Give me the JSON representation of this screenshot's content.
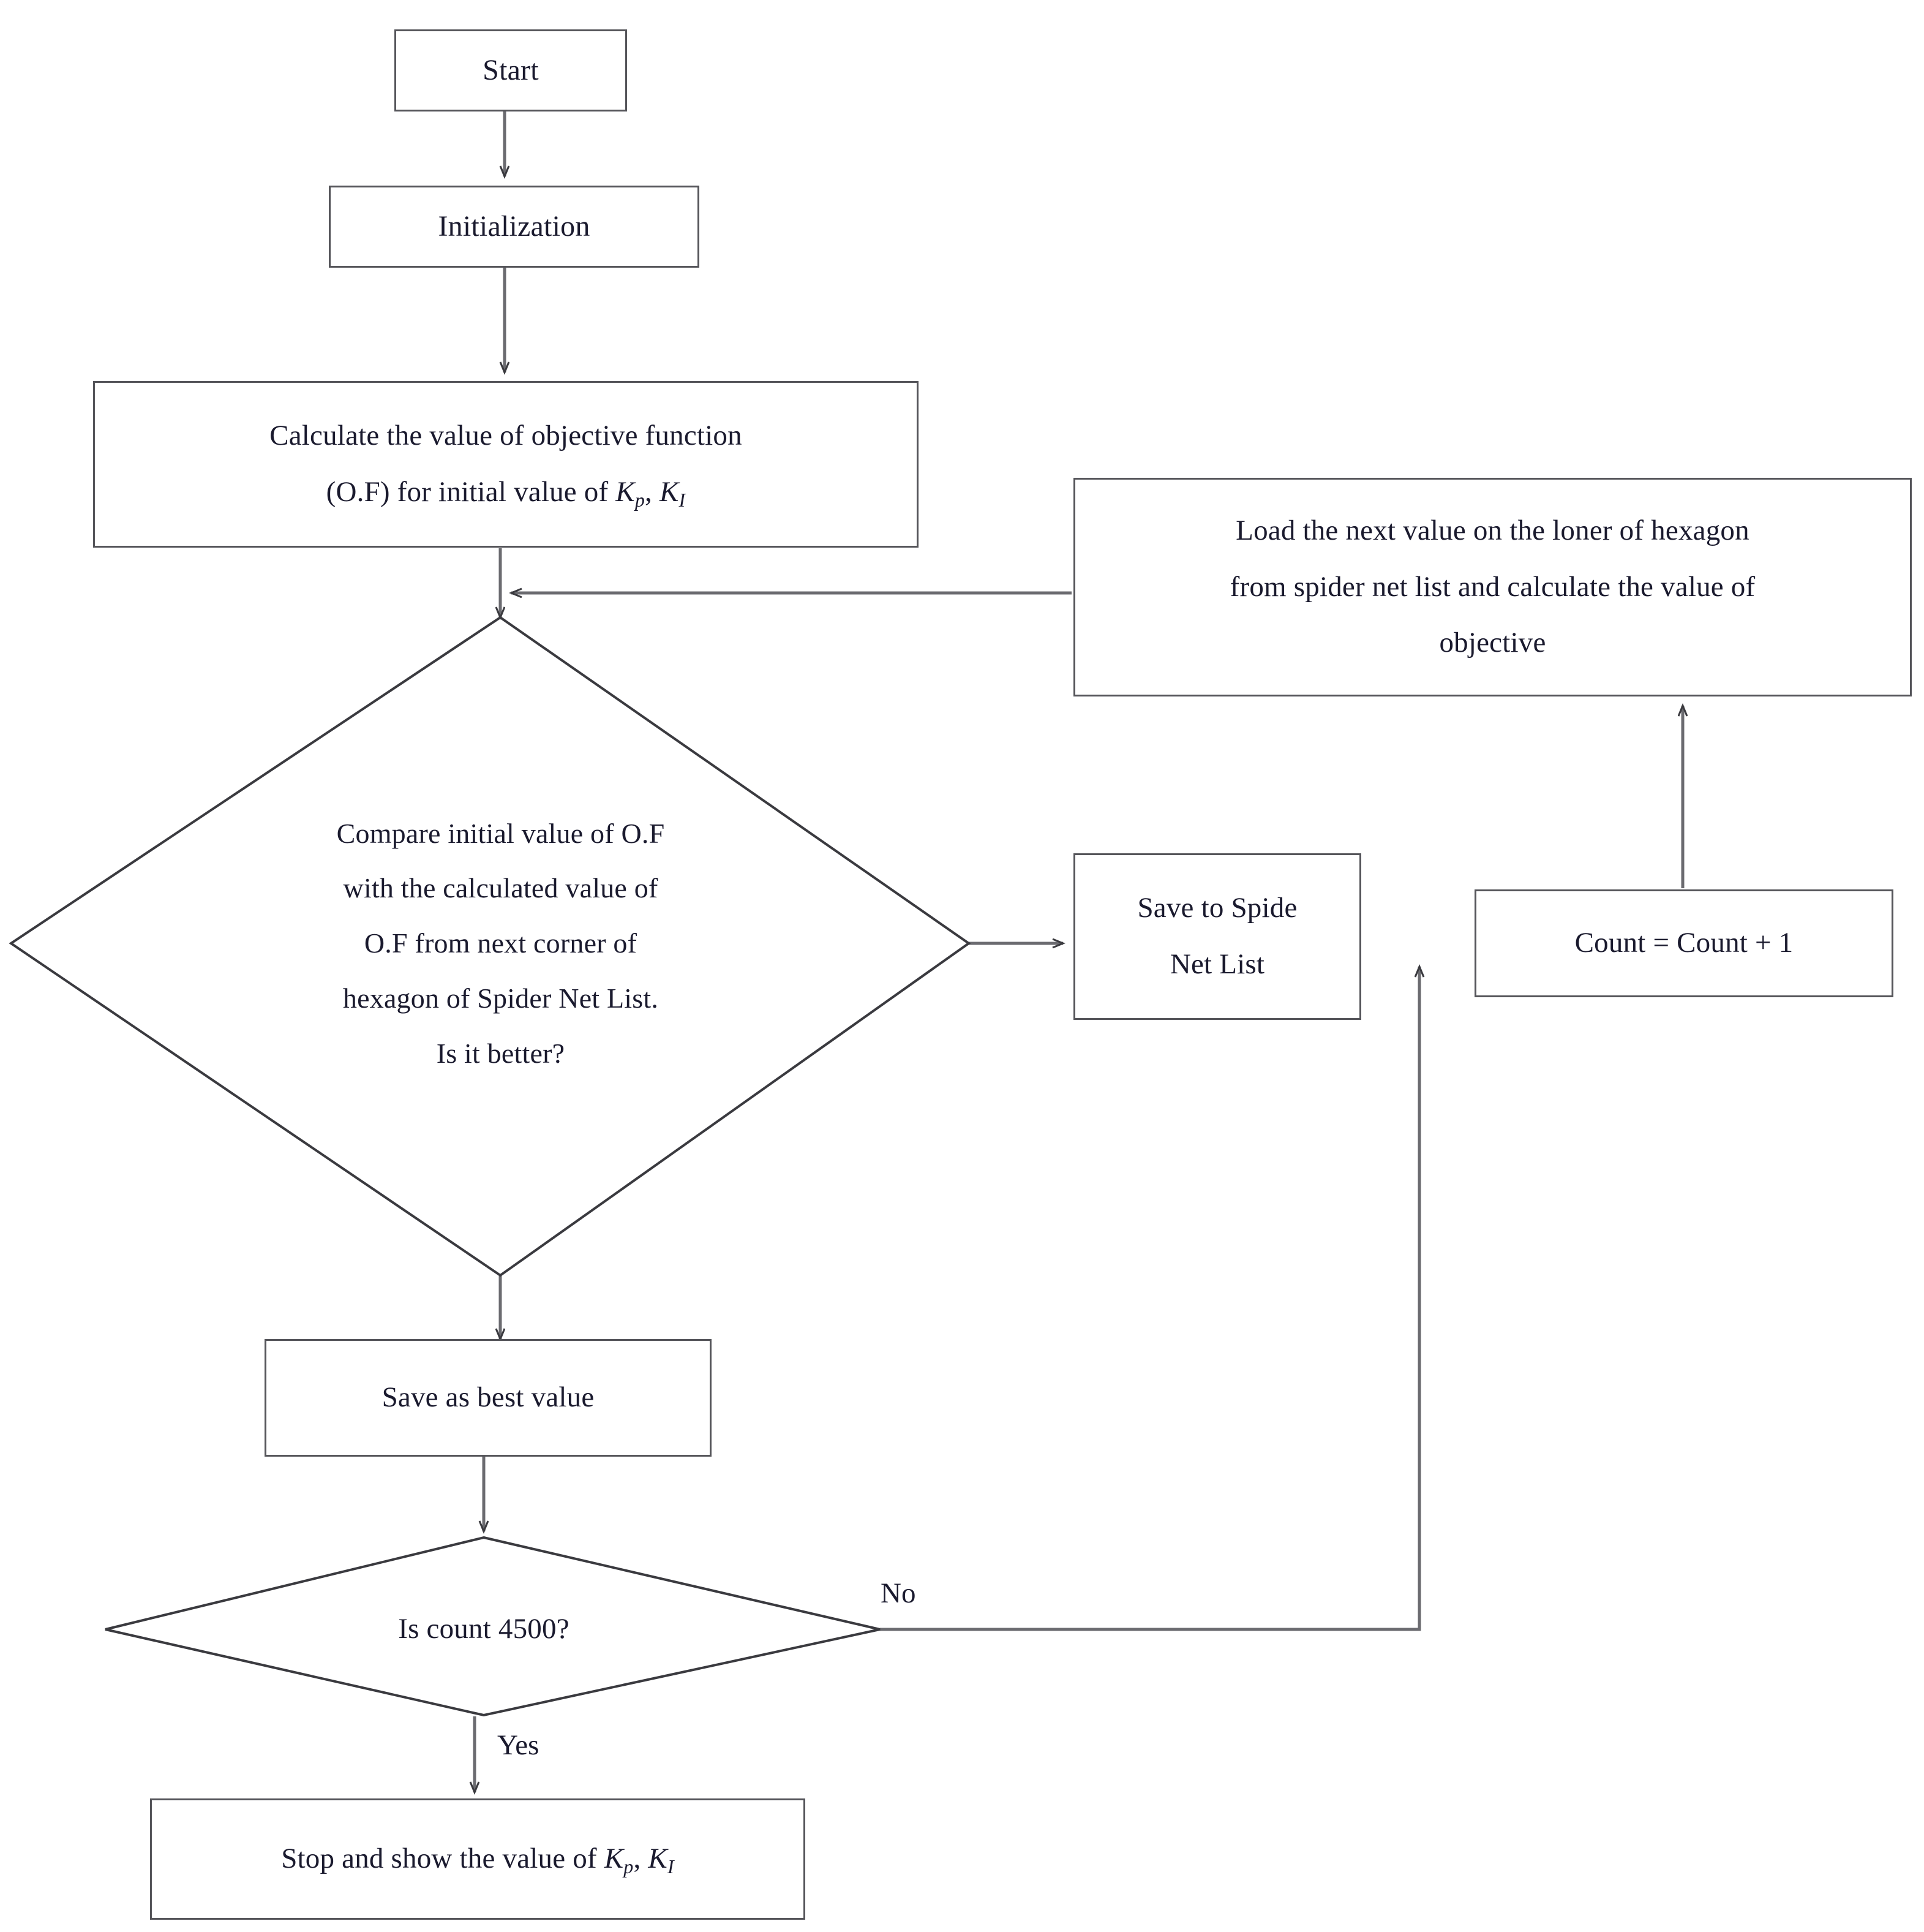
{
  "diagram": {
    "title": "Spider Net Optimization Flowchart",
    "type": "flowchart",
    "line_color": "#55555a",
    "text_color": "#1a1a2e",
    "background": "#ffffff"
  },
  "nodes": {
    "start": {
      "label": "Start",
      "shape": "rectangle"
    },
    "initialization": {
      "label": "Initialization",
      "shape": "rectangle"
    },
    "calculate_of": {
      "shape": "rectangle",
      "line1": "Calculate the value of objective function",
      "line2_pre": "(O.F) for initial value of  ",
      "line2_k1": "K",
      "line2_k1sub": "p",
      "line2_sep": ", ",
      "line2_k2": "K",
      "line2_k2sub": "I"
    },
    "load_next": {
      "shape": "rectangle",
      "line1": "Load the next value on the loner of hexagon",
      "line2": "from spider net list and calculate the value of",
      "line3": "objective"
    },
    "compare_decision": {
      "shape": "diamond",
      "line1": "Compare initial value of O.F",
      "line2": "with the calculated value of",
      "line3": "O.F from next corner of",
      "line4": "hexagon of Spider Net List.",
      "line5": "Is it better?"
    },
    "save_spider": {
      "shape": "rectangle",
      "line1": "Save to Spide",
      "line2": "Net List"
    },
    "count_increment": {
      "shape": "rectangle",
      "label": "Count = Count + 1"
    },
    "save_best": {
      "shape": "rectangle",
      "label": "Save as best value"
    },
    "is_count_decision": {
      "shape": "diamond",
      "label": "Is count 4500?"
    },
    "stop_show": {
      "shape": "rectangle",
      "pre": "Stop and show the value of  ",
      "k1": "K",
      "k1sub": "p",
      "sep": ", ",
      "k2": "K",
      "k2sub": "I"
    }
  },
  "edge_labels": {
    "no": "No",
    "yes": "Yes"
  }
}
